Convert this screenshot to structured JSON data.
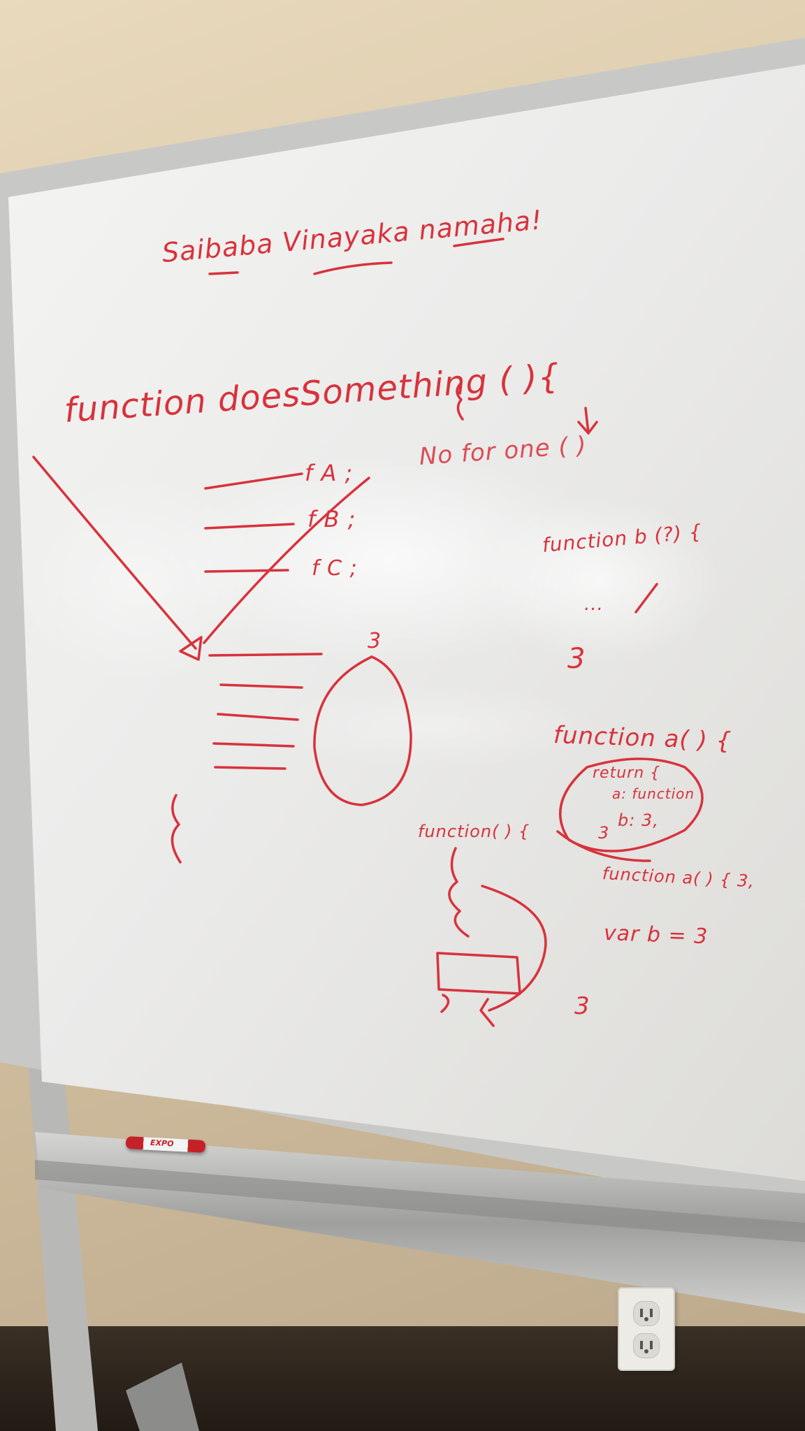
{
  "whiteboard": {
    "heading": "Saibaba Vinayaka namaha!",
    "function_header": "function doesSomething ( ){",
    "list_items": [
      "f A ;",
      "f B ;",
      "f C ;"
    ],
    "arrow_note": "No for one ( )",
    "close_brace_inner": "3",
    "close_brace_outer": "}",
    "function_b": "function b (?) {",
    "function_b_body": "...",
    "function_b_close": "3",
    "function_a": "function a( ) {",
    "return_line": "return {",
    "a_line": "a: function",
    "b_line": "b: 3,",
    "return_close": "3",
    "function_inner": "function a( ) { 3,",
    "var_line": "var b = 3",
    "anon_function": "function( ) {",
    "final_brace": "3"
  },
  "marker": {
    "brand": "EXPO",
    "color": "#c42128"
  },
  "ink_color": "#d8323c"
}
